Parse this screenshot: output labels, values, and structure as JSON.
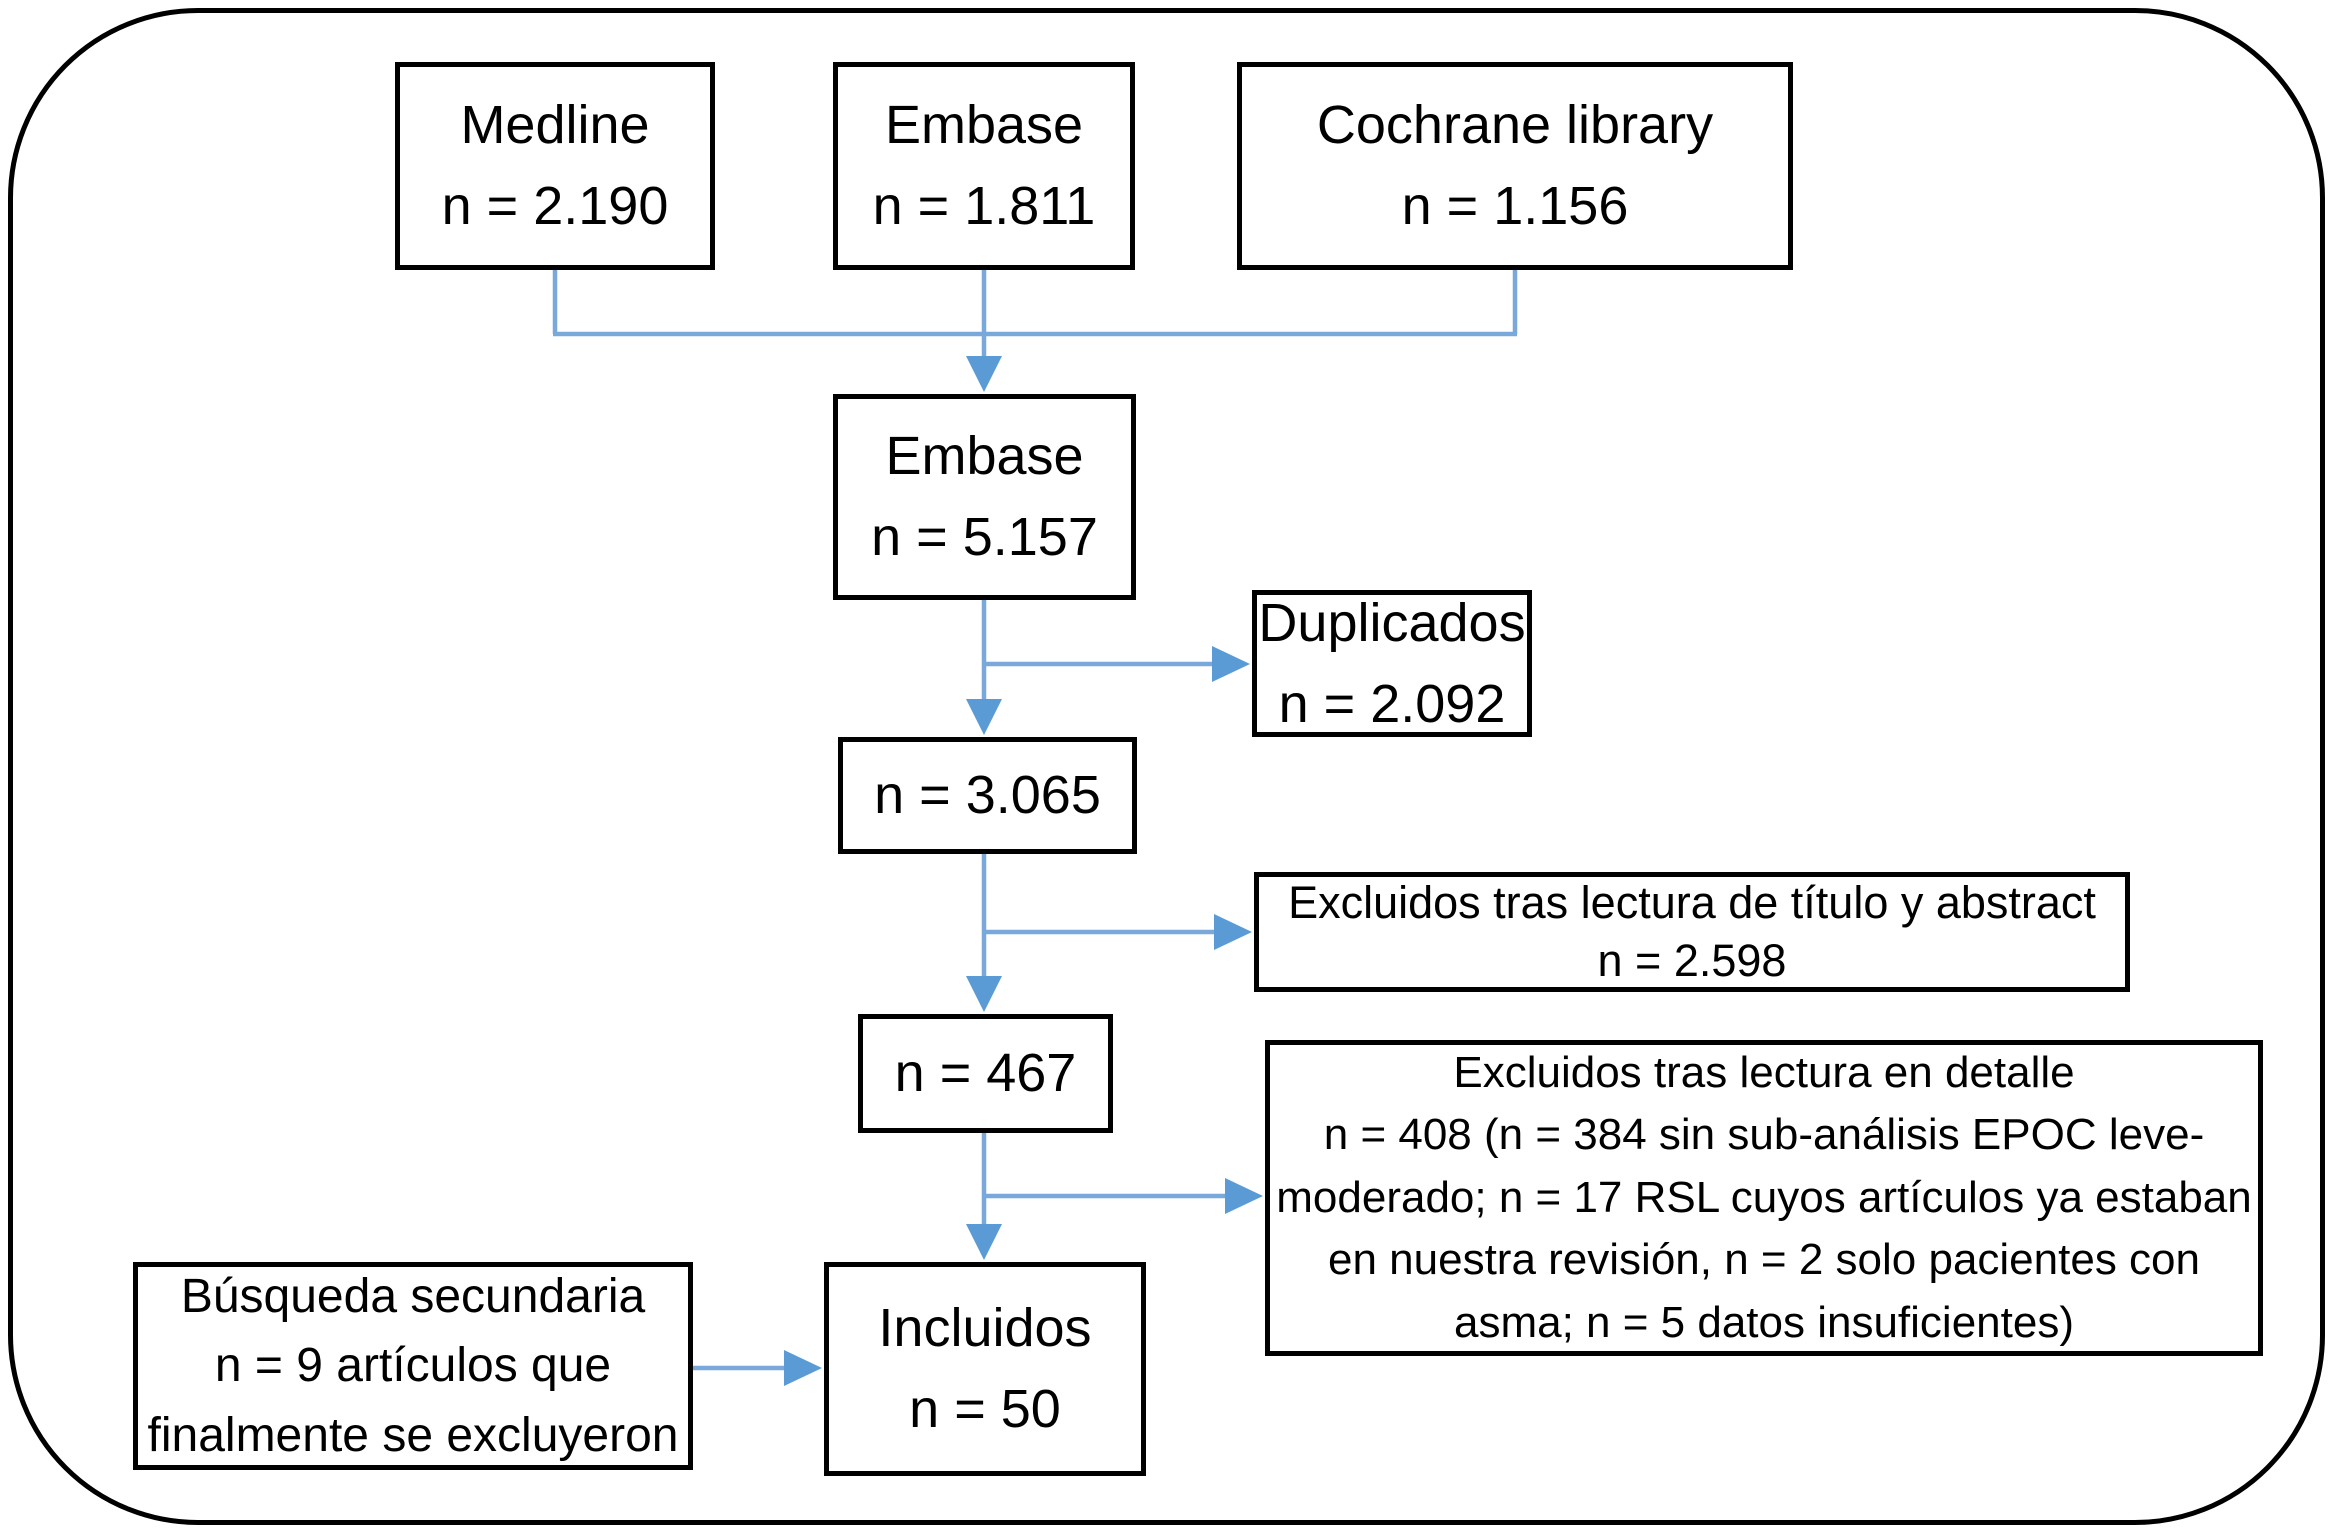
{
  "figure": {
    "type": "flow-diagram",
    "colors": {
      "arrow_fill": "#5B9BD5",
      "arrow_line": "#79A8DB",
      "box_border": "#000000",
      "background": "#FFFFFF"
    },
    "boxes": {
      "medline": {
        "lines": [
          "Medline",
          "n = 2.190"
        ]
      },
      "embase_top": {
        "lines": [
          "Embase",
          "n = 1.811"
        ]
      },
      "cochrane": {
        "lines": [
          "Cochrane library",
          "n = 1.156"
        ]
      },
      "combined": {
        "lines": [
          "Embase",
          "n = 5.157"
        ]
      },
      "duplicates": {
        "lines": [
          "Duplicados",
          "n = 2.092"
        ]
      },
      "after_dedup": {
        "lines": [
          "n = 3.065"
        ]
      },
      "excluded_title_abstract": {
        "lines": [
          "Excluidos tras lectura de título y abstract",
          "n = 2.598"
        ]
      },
      "after_screening": {
        "lines": [
          "n = 467"
        ]
      },
      "excluded_fulltext": {
        "lines": [
          "Excluidos tras lectura en detalle",
          "n = 408 (n = 384 sin sub-análisis EPOC leve-",
          "moderado; n = 17 RSL cuyos artículos ya estaban",
          "en nuestra revisión, n = 2 solo pacientes con",
          "asma; n = 5 datos insuficientes)"
        ]
      },
      "included": {
        "lines": [
          "Incluidos",
          "n = 50"
        ]
      },
      "secondary_search": {
        "lines": [
          "Búsqueda secundaria",
          "n = 9 artículos que",
          "finalmente se excluyeron"
        ]
      }
    }
  }
}
